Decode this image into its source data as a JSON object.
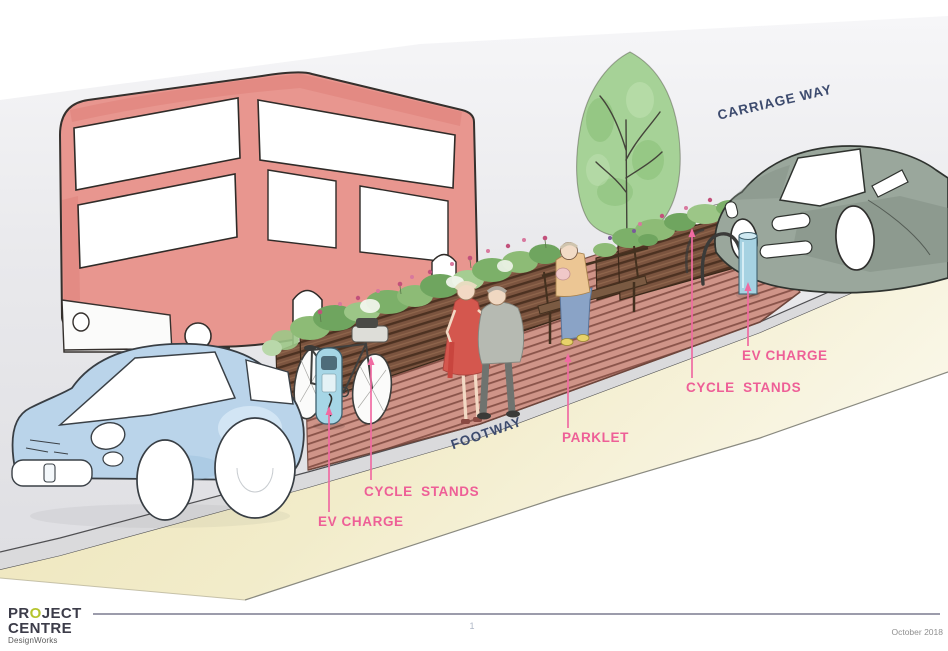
{
  "annotations": {
    "carriage_way": {
      "label": "CARRIAGE WAY"
    },
    "footway": {
      "label": "FOOTWAY"
    },
    "parklet": {
      "label": "PARKLET"
    },
    "cycle_stands_right": {
      "label": "CYCLE STANDS"
    },
    "ev_charge_right": {
      "label": "EV CHARGE"
    },
    "cycle_stands_left": {
      "label": "CYCLE STANDS"
    },
    "ev_charge_left": {
      "label": "EV CHARGE"
    }
  },
  "scene": {
    "style": "watercolour concept sketch",
    "elements": [
      "red double-decker bus",
      "small blue car",
      "grey sports car on carriage way",
      "timber parklet deck",
      "timber planters with flowers",
      "street tree",
      "bench with seated person",
      "two people standing talking",
      "bicycle at cycle stand",
      "EV charge unit",
      "EV charge bollard",
      "cycle stand hoops"
    ]
  },
  "colors": {
    "label_pink": "#ee5f97",
    "label_navy": "#3d4b6e",
    "road_grey": "#e4e4e7",
    "footway_cream": "#f0e9c2",
    "deck_brown": "#cf9488",
    "planter_brown": "#7b543f",
    "bus_red": "#e8968f",
    "car_blue": "#bad4ea",
    "sports_car_grey": "#9aa79c",
    "tree_green": "#a6d297",
    "ev_blue": "#a6d6e6",
    "logo_green": "#b5c42e"
  },
  "footer": {
    "logo_pr": "PR",
    "logo_o": "O",
    "logo_ject": "JECT",
    "logo_line2": "CENTRE",
    "logo_line3": "DesignWorks",
    "page_number": "1",
    "date": "October 2018"
  }
}
